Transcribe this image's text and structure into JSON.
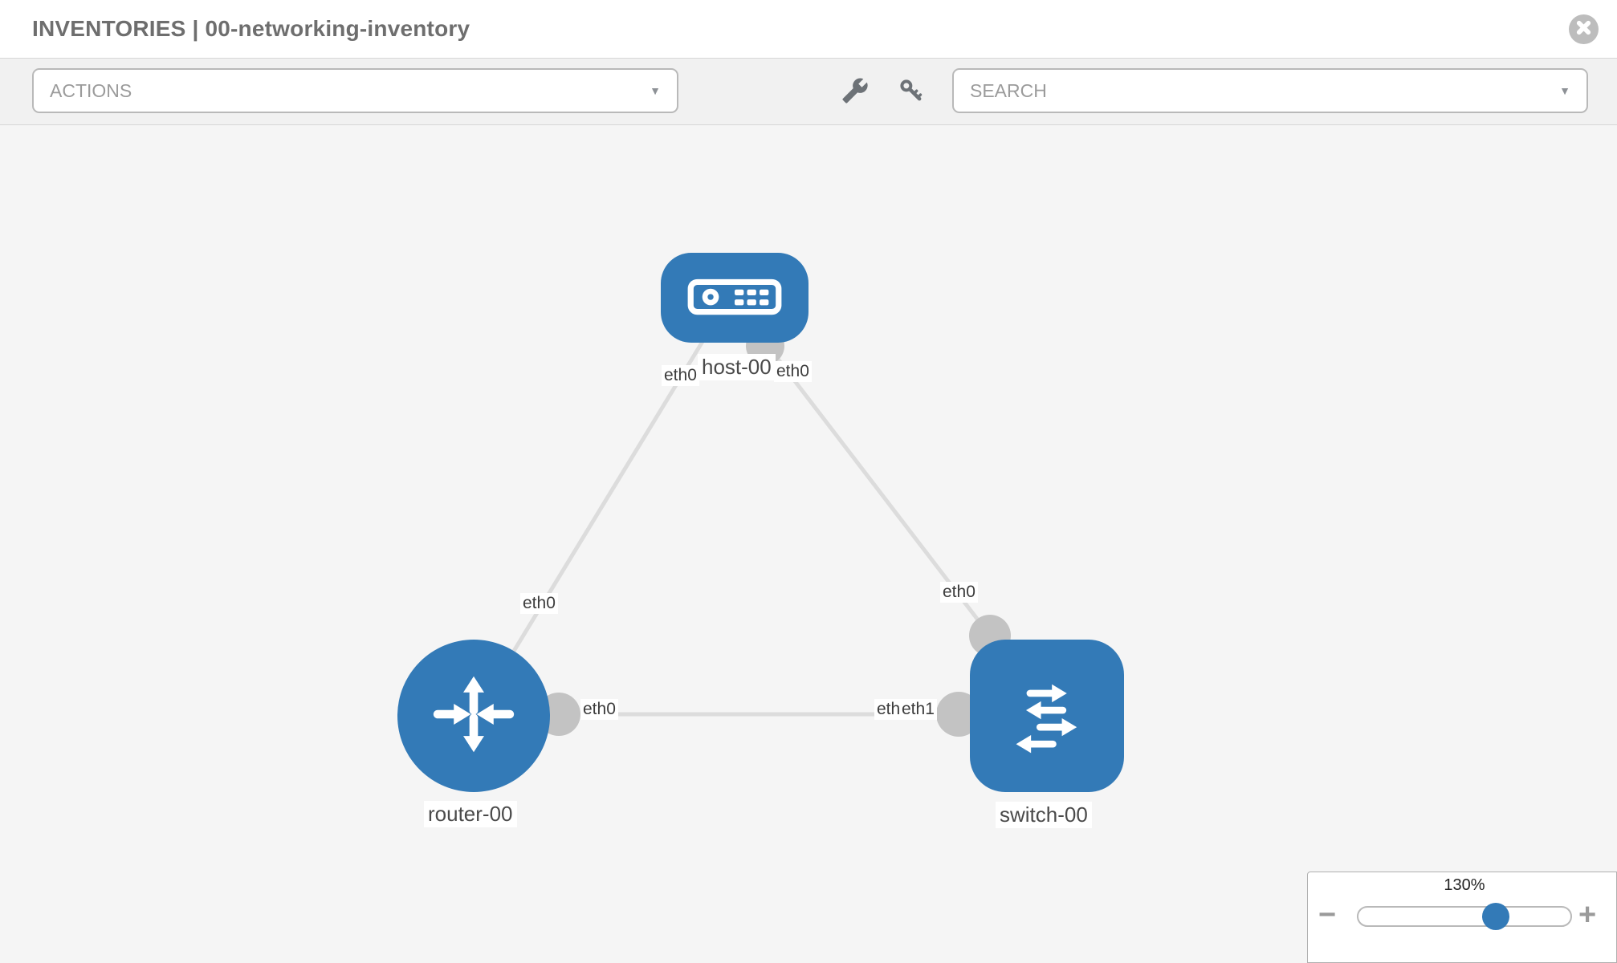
{
  "header": {
    "title": "INVENTORIES | 00-networking-inventory",
    "close_icon": "close-circle-icon"
  },
  "toolbar": {
    "actions": {
      "label": "ACTIONS",
      "caret_glyph": "▼"
    },
    "search": {
      "placeholder": "SEARCH",
      "caret_glyph": "▼"
    },
    "icons": [
      {
        "name": "wrench-icon"
      },
      {
        "name": "key-icon"
      }
    ]
  },
  "diagram": {
    "nodes": [
      {
        "id": "host-00",
        "label": "host-00",
        "type": "host",
        "icon": "server-icon"
      },
      {
        "id": "router-00",
        "label": "router-00",
        "type": "router",
        "icon": "router-arrows-icon"
      },
      {
        "id": "switch-00",
        "label": "switch-00",
        "type": "switch",
        "icon": "switch-arrows-icon"
      }
    ],
    "edges": [
      {
        "from": "host-00",
        "from_port": "eth0",
        "to": "router-00",
        "to_port": "eth0"
      },
      {
        "from": "host-00",
        "from_port": "eth0",
        "to": "switch-00",
        "to_port": "eth0"
      },
      {
        "from": "router-00",
        "from_port": "eth0",
        "to": "switch-00",
        "to_port": "eth1"
      }
    ],
    "port_labels": [
      {
        "id": "host-left",
        "text": "eth0"
      },
      {
        "id": "host-right",
        "text": "eth0"
      },
      {
        "id": "router-top",
        "text": "eth0"
      },
      {
        "id": "switch-top",
        "text": "eth0"
      },
      {
        "id": "router-right",
        "text": "eth0"
      },
      {
        "id": "switch-left-back",
        "text": "eth0"
      },
      {
        "id": "switch-left-front",
        "text": "eth1"
      }
    ],
    "colors": {
      "node": "#337ab7",
      "edge": "#dcdcdc",
      "connector": "#c3c3c3",
      "canvas_bg": "#f5f5f5"
    }
  },
  "zoom_control": {
    "level": "130%",
    "minus_glyph": "−",
    "plus_glyph": "+"
  }
}
